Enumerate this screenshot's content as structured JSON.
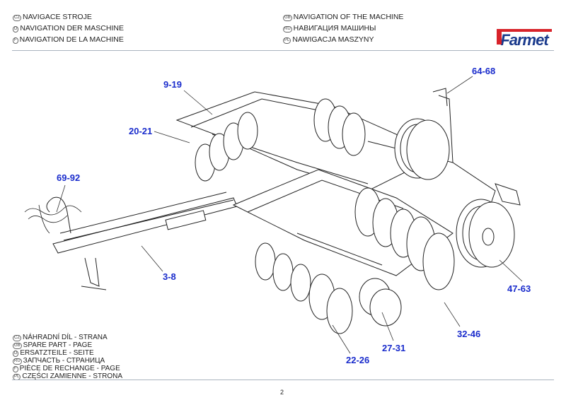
{
  "header": {
    "left": [
      {
        "code": "CZ",
        "text": "NAVIGACE STROJE"
      },
      {
        "code": "D",
        "text": "NAVIGATION DER MASCHINE"
      },
      {
        "code": "F",
        "text": "NAVIGATION DE LA MACHINE"
      }
    ],
    "right": [
      {
        "code": "GB",
        "text": "NAVIGATION OF THE MACHINE"
      },
      {
        "code": "RU",
        "text": "НАВИГАЦИЯ МАШИНЫ"
      },
      {
        "code": "PL",
        "text": "NAWIGACJA MASZYNY"
      }
    ],
    "logo_text": "Farmet",
    "logo_colors": {
      "red": "#d8232a",
      "blue": "#1a3a8c"
    }
  },
  "callouts": [
    "9-19",
    "20-21",
    "69-92",
    "3-8",
    "64-68",
    "47-63",
    "32-46",
    "27-31",
    "22-26"
  ],
  "callout_color": "#1a2ccc",
  "footer": {
    "items": [
      {
        "code": "CZ",
        "text": "NÁHRADNÍ DÍL - STRANA"
      },
      {
        "code": "GB",
        "text": "SPARE PART - PAGE"
      },
      {
        "code": "D",
        "text": "ERSATZTEILE - SEITE"
      },
      {
        "code": "RU",
        "text": "ЗАПЧАСТЬ - СТРАНИЦА"
      },
      {
        "code": "F",
        "text": "PIÈCE DE RECHANGE - PAGE"
      },
      {
        "code": "PL",
        "text": "CZĘŚCI ZAMIENNE - STRONA"
      }
    ],
    "page_number": "2"
  }
}
